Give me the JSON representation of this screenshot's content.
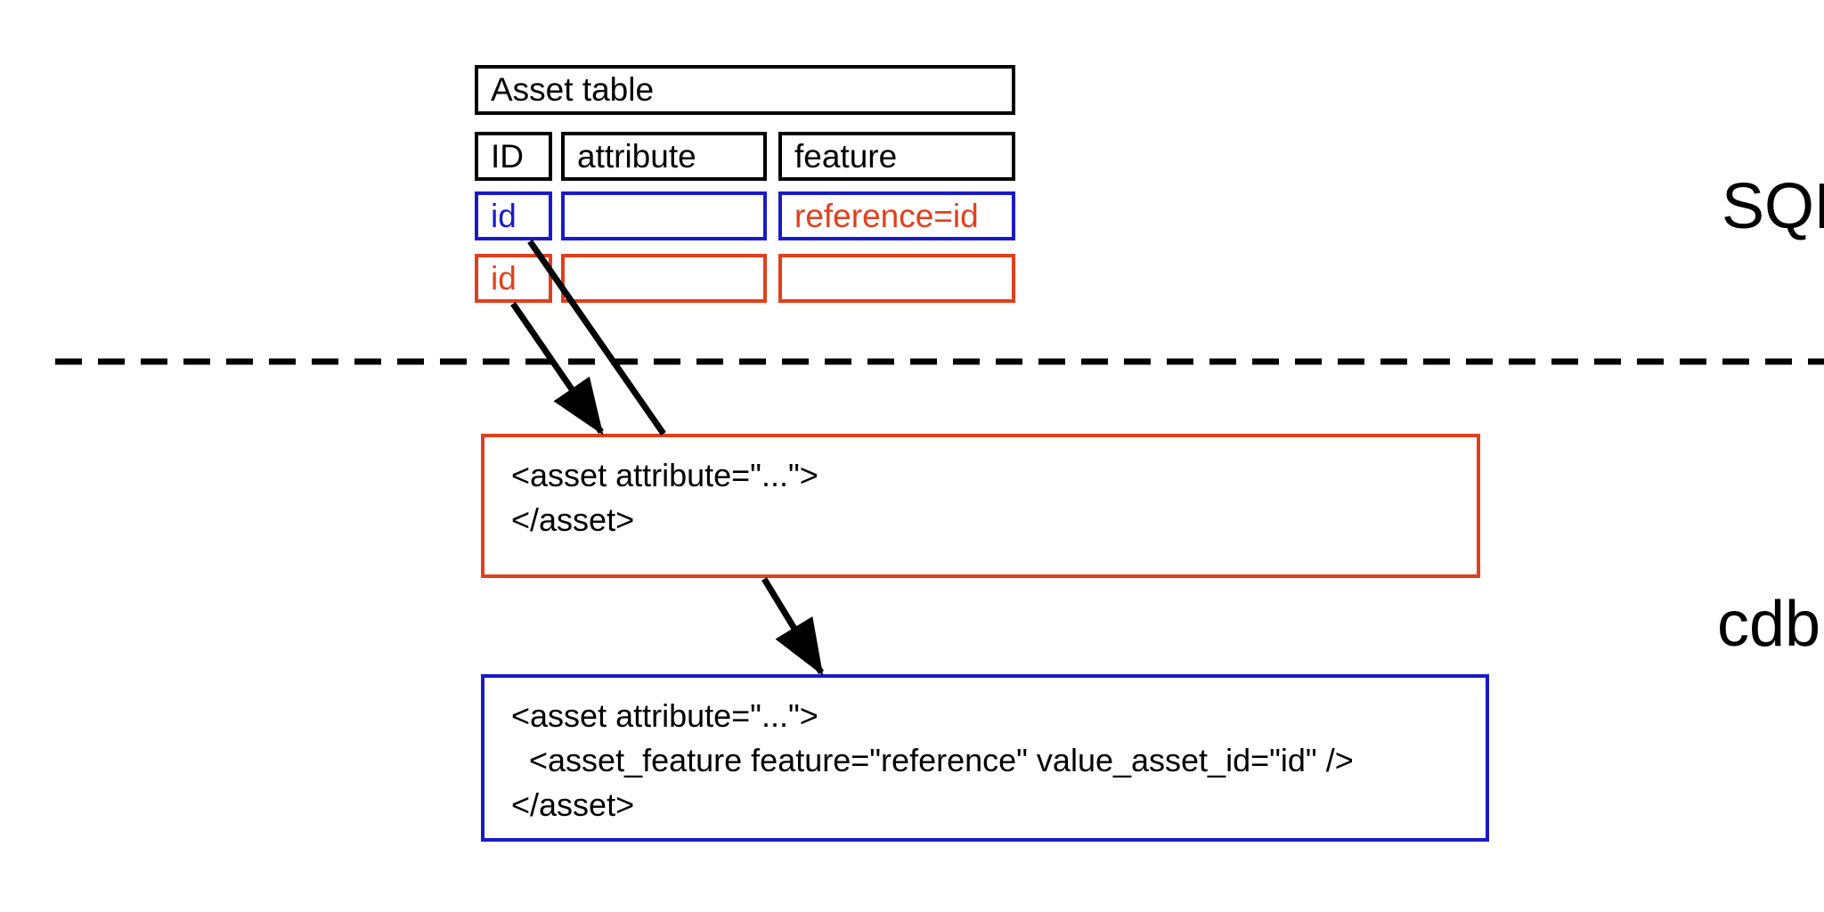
{
  "diagram": {
    "title_box": {
      "label": "Asset table"
    },
    "columns": [
      {
        "name": "id-column",
        "label": "ID"
      },
      {
        "name": "attribute-column",
        "label": "attribute"
      },
      {
        "name": "feature-column",
        "label": "feature"
      }
    ],
    "rows": [
      {
        "name": "blue-row",
        "border_color": "#1a1ac8",
        "cells": [
          {
            "text": "id",
            "text_color": "#1a1ac8"
          },
          {
            "text": "",
            "text_color": "#1a1ac8"
          },
          {
            "text": "reference=id",
            "text_color": "#e0401c"
          }
        ]
      },
      {
        "name": "red-row",
        "border_color": "#e0401c",
        "cells": [
          {
            "text": "id",
            "text_color": "#e0401c"
          },
          {
            "text": "",
            "text_color": "#e0401c"
          },
          {
            "text": "",
            "text_color": "#e0401c"
          }
        ]
      }
    ],
    "code_boxes": [
      {
        "name": "red-xml-box",
        "border_color": "#e0401c",
        "lines": [
          "<asset attribute=\"...\">",
          "</asset>"
        ]
      },
      {
        "name": "blue-xml-box",
        "border_color": "#1a1ac8",
        "lines": [
          "<asset attribute=\"...\">",
          "  <asset_feature feature=\"reference\" value_asset_id=\"id\" />",
          "</asset>"
        ]
      }
    ],
    "side_labels": [
      {
        "name": "sql-label",
        "text": "SQL"
      },
      {
        "name": "cdb-label",
        "text": "cdb"
      }
    ],
    "separator": {
      "style": "dashed",
      "color": "#000000"
    },
    "colors": {
      "black": "#000000",
      "blue": "#1a1ac8",
      "red": "#e0401c",
      "background": "#ffffff"
    }
  }
}
